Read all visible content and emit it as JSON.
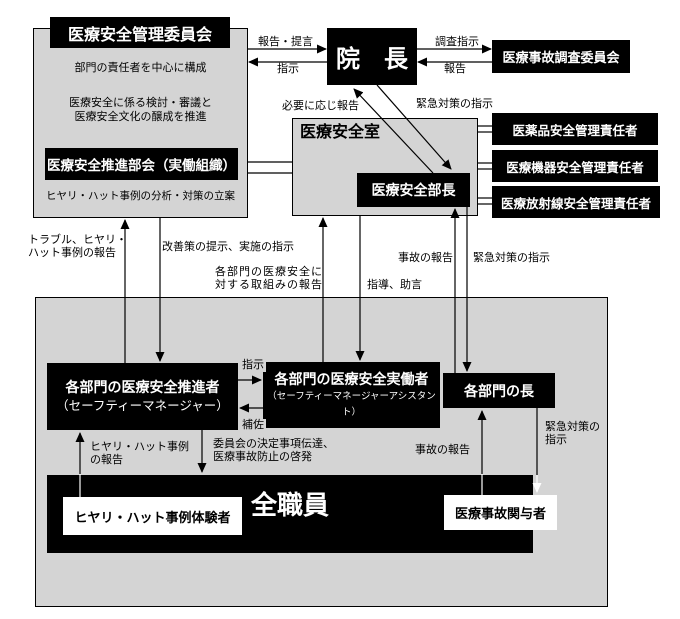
{
  "nodes": {
    "safety_committee": {
      "title": "医療安全管理委員会",
      "desc1": "部門の責任者を中心に構成",
      "desc2": "医療安全に係る検討・審議と",
      "desc3": "医療安全文化の醸成を推進",
      "subcommittee": "医療安全推進部会（実働組織）",
      "subdesc": "ヒヤリ・ハット事例の分析・対策の立案"
    },
    "director": "院　長",
    "investigation_committee": "医療事故調査委員会",
    "safety_office": {
      "title": "医療安全室",
      "manager": "医療安全部長"
    },
    "managers": [
      "医薬品安全管理責任者",
      "医療機器安全管理責任者",
      "医療放射線安全管理責任者"
    ],
    "dept_promoter": {
      "line1": "各部門の医療安全推進者",
      "line2": "（セーフティーマネージャー）"
    },
    "dept_worker": {
      "line1": "各部門の医療安全実働者",
      "line2": "（セーフティーマネージャーアシスタント）"
    },
    "dept_head": "各部門の長",
    "all_staff": "全職員",
    "incident_experiencer": "ヒヤリ・ハット事例体験者",
    "accident_involved": "医療事故関与者"
  },
  "edge_labels": {
    "report_proposal": "報告・提言",
    "instruction_to_committee": "指示",
    "investigation_order": "調査指示",
    "report_to_director": "報告",
    "report_as_needed": "必要に応じ報告",
    "emergency_top": "緊急対策の指示",
    "trouble_report_1": "トラブル、ヒヤリ・",
    "trouble_report_2": "ハット事例の報告",
    "improvement": "改善策の提示、実施の指示",
    "efforts_report_1": "各部門の医療安全に",
    "efforts_report_2": "対する取組みの報告",
    "guidance": "指導、助言",
    "accident_report_mid": "事故の報告",
    "emergency_mid": "緊急対策の指示",
    "instruction_small": "指示",
    "assist": "補佐",
    "hiyari_report_1": "ヒヤリ・ハット事例",
    "hiyari_report_2": "の報告",
    "committee_decision_1": "委員会の決定事項伝達、",
    "committee_decision_2": "医療事故防止の啓発",
    "accident_report_bottom": "事故の報告",
    "emergency_bottom_1": "緊急対策の",
    "emergency_bottom_2": "指示"
  },
  "colors": {
    "box_black": "#000000",
    "panel_gray": "#d4d4d4",
    "text_white": "#ffffff"
  }
}
